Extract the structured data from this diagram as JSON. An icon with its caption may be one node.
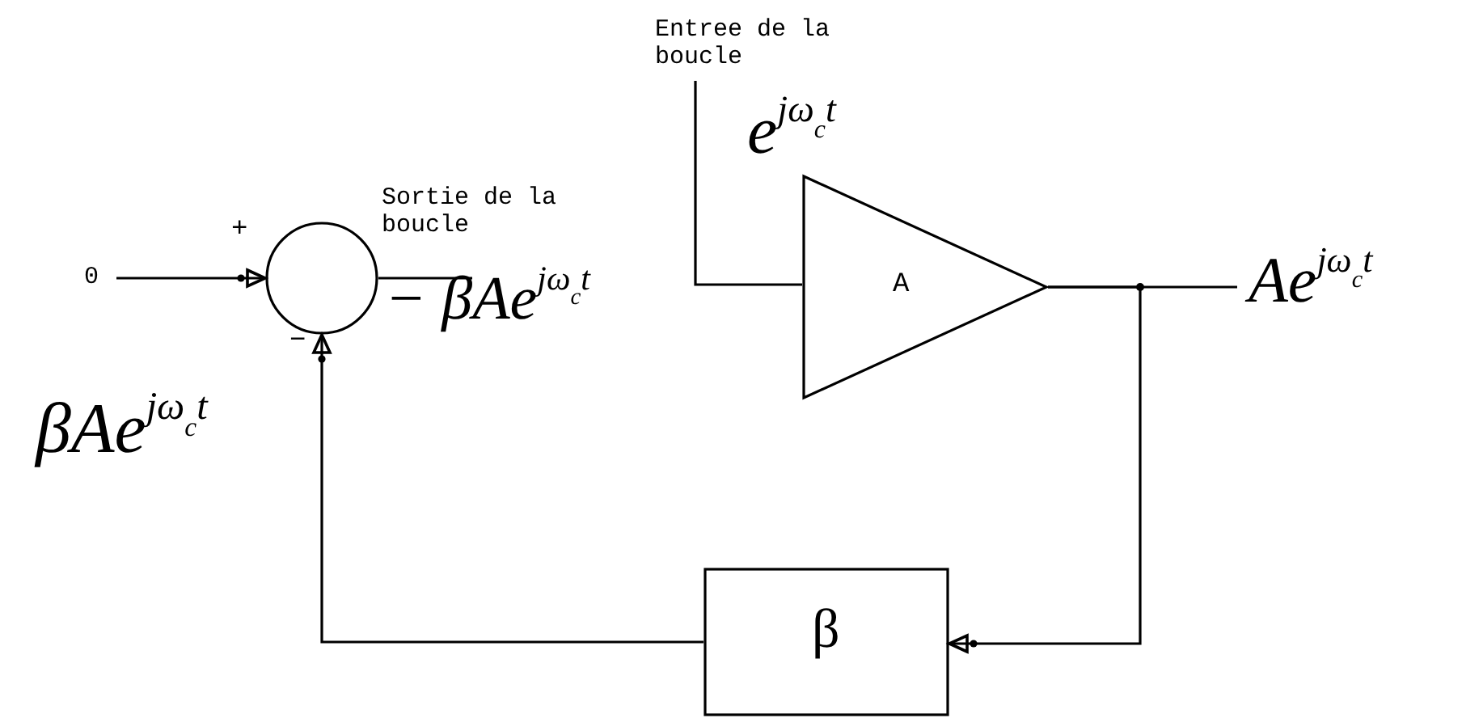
{
  "diagram": {
    "nodes": [
      {
        "text": [
          "Entree de la boucle",
          "e$^{jω}$$_{c}$$^{t}$"
        ]
      },
      {
        "text": [
          "0"
        ]
      },
      {
        "text": [],
        "shape": "circle",
        "beside": [
          "+",
          "−"
        ]
      },
      {
        "text": [
          "Sortie de la boucle",
          "− βAe$^{jω}$$_{c}$$^{t}$"
        ]
      },
      {
        "text": [
          "A"
        ]
      },
      {
        "text": [
          "Ae$^{jω}$$_{c}$$^{t}$"
        ]
      },
      {
        "text": [
          "β"
        ]
      }
    ],
    "edges": [
      {
        "from": 0,
        "to": 4,
        "arrow": "none"
      },
      {
        "from": 1,
        "to": 2,
        "arrow": "to"
      },
      {
        "from": 2,
        "to": 3,
        "arrow": "none"
      },
      {
        "from": 4,
        "to": 5,
        "arrow": "none"
      },
      {
        "from": 4,
        "to": 6,
        "arrow": "to"
      },
      {
        "from": 6,
        "to": 2,
        "arrow": "to"
      }
    ],
    "labels": [
      "βAe$^{jω}$$_{c}$$^{t}$"
    ]
  }
}
